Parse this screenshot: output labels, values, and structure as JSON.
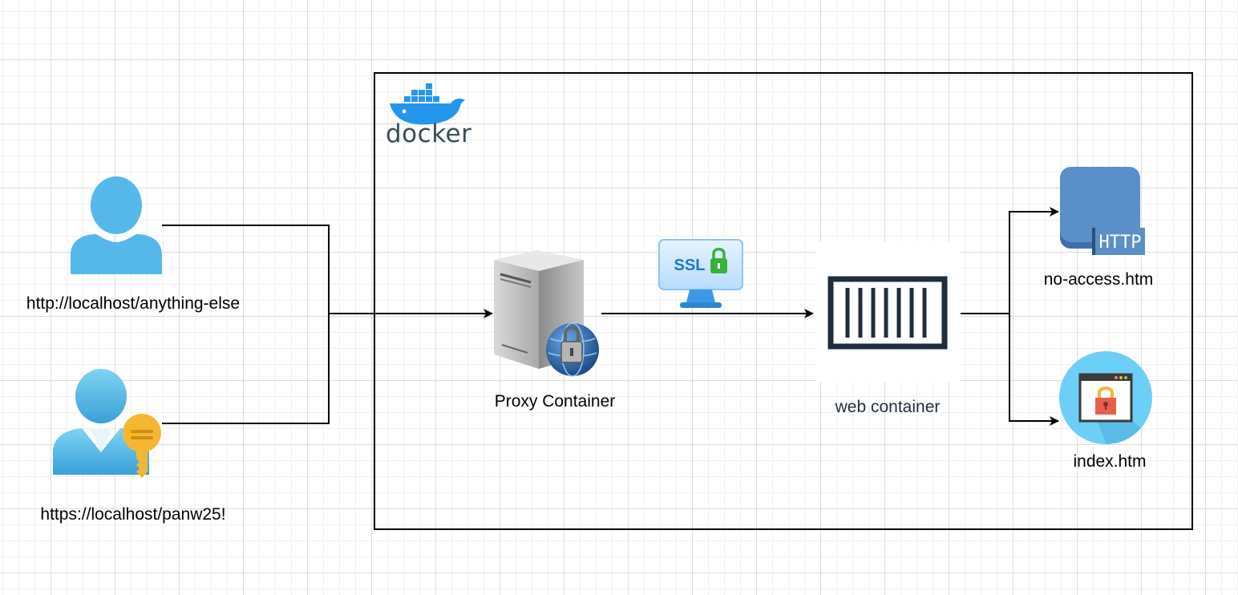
{
  "users": {
    "anonymous_label": "http://localhost/anything-else",
    "authenticated_label": "https://localhost/panw25!"
  },
  "docker": {
    "logo_text": "docker"
  },
  "proxy": {
    "label": "Proxy Container"
  },
  "ssl": {
    "badge_text": "SSL"
  },
  "web": {
    "label": "web container"
  },
  "targets": {
    "no_access_label": "no-access.htm",
    "http_badge_text": "HTTP",
    "index_label": "index.htm"
  },
  "colors": {
    "user_blue": "#56b8ea",
    "docker_blue": "#2496ed",
    "http_blue": "#5b8fc9",
    "index_circle": "#6ecff6",
    "lock_gold": "#f5b731",
    "line": "#000000",
    "text_dark": "#1f2d3d"
  },
  "icons": {
    "user": "user-icon",
    "user_with_key": "user-key-icon",
    "docker": "docker-logo-icon",
    "proxy_server": "secure-server-icon",
    "ssl": "ssl-monitor-icon",
    "container": "container-icon",
    "http_document": "http-document-icon",
    "locked_page": "locked-browser-page-icon"
  }
}
